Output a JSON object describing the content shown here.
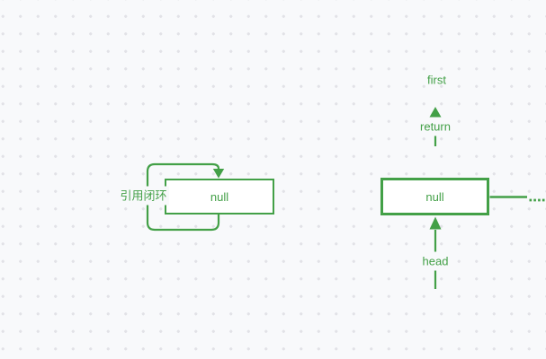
{
  "canvas": {
    "colors": {
      "accent": "#43a047",
      "background": "#f8f9fb",
      "grid_dot": "#e2e2e7",
      "node_fill": "#ffffff"
    },
    "cycle_group": {
      "node_label": "null",
      "annotation": "引用闭环"
    },
    "list_group": {
      "node_label": "null",
      "first_label": "first",
      "return_label": "return",
      "head_label": "head"
    }
  }
}
